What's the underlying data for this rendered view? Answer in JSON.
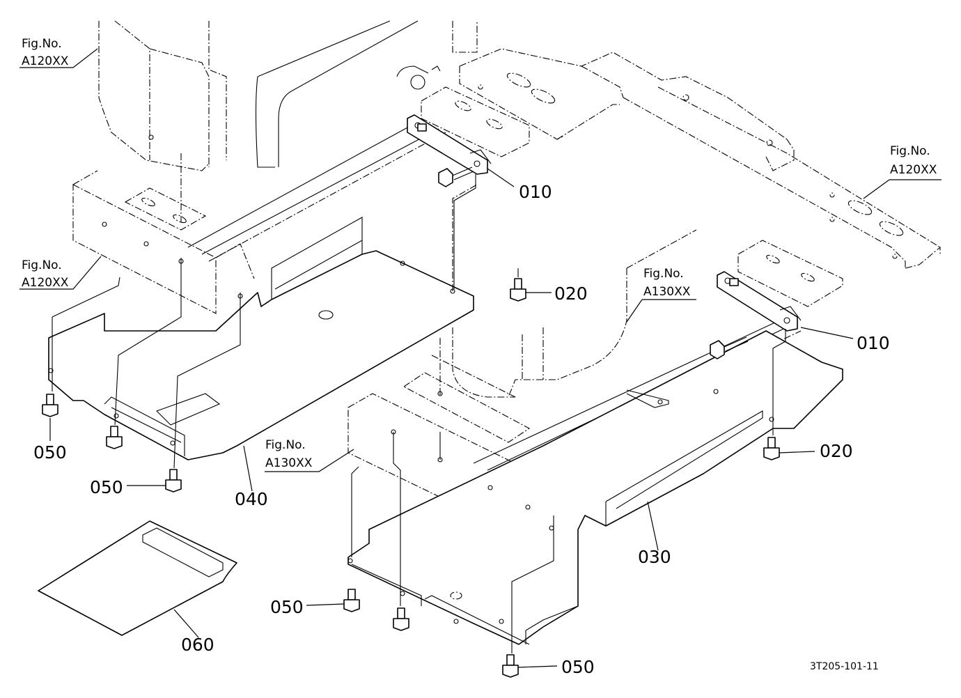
{
  "diagram": {
    "parts": [
      {
        "number": "010",
        "label_id": "part-010-label-a"
      },
      {
        "number": "010",
        "label_id": "part-010-label-b"
      },
      {
        "number": "020",
        "label_id": "part-020-label-a"
      },
      {
        "number": "020",
        "label_id": "part-020-label-b"
      },
      {
        "number": "030",
        "label_id": "part-030-label"
      },
      {
        "number": "040",
        "label_id": "part-040-label"
      },
      {
        "number": "050",
        "label_id": "part-050-label-a"
      },
      {
        "number": "050",
        "label_id": "part-050-label-b"
      },
      {
        "number": "050",
        "label_id": "part-050-label-c"
      },
      {
        "number": "050",
        "label_id": "part-050-label-d"
      },
      {
        "number": "060",
        "label_id": "part-060-label"
      }
    ],
    "figure_refs": [
      {
        "line1": "Fig.No.",
        "line2": "A120XX"
      },
      {
        "line1": "Fig.No.",
        "line2": "A120XX"
      },
      {
        "line1": "Fig.No.",
        "line2": "A120XX"
      },
      {
        "line1": "Fig.No.",
        "line2": "A130XX"
      },
      {
        "line1": "Fig.No.",
        "line2": "A130XX"
      }
    ],
    "drawing_code": "3T205-101-11"
  }
}
